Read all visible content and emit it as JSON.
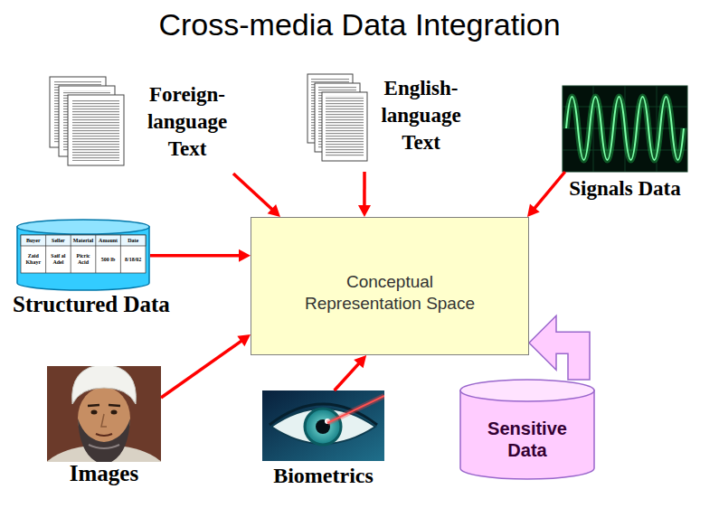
{
  "diagram": {
    "title": "Cross-media Data Integration",
    "nodes": [
      {
        "text": [
          "Foreign-language Text"
        ]
      },
      {
        "text": [
          "English-language Text"
        ]
      },
      {
        "text": [
          "Signals Data"
        ]
      },
      {
        "text": [
          "Structured Data"
        ]
      },
      {
        "text": [
          "Conceptual Representation Space"
        ]
      },
      {
        "text": [
          "Images"
        ]
      },
      {
        "text": [
          "Biometrics"
        ]
      },
      {
        "text": [
          "Sensitive Data"
        ]
      }
    ],
    "edges": [
      {
        "from": 0,
        "to": 4,
        "arrow": "to"
      },
      {
        "from": 1,
        "to": 4,
        "arrow": "to"
      },
      {
        "from": 2,
        "to": 4,
        "arrow": "to"
      },
      {
        "from": 3,
        "to": 4,
        "arrow": "to"
      },
      {
        "from": 5,
        "to": 4,
        "arrow": "to"
      },
      {
        "from": 6,
        "to": 4,
        "arrow": "to"
      },
      {
        "from": 7,
        "to": 4,
        "arrow": "to"
      }
    ],
    "labels": [
      "Buyer",
      "Seller",
      "Material",
      "Amount",
      "Date",
      "Zaid Khayr",
      "Saif al Adel",
      "Picric Acid",
      "500 lb",
      "8/18/02"
    ]
  }
}
